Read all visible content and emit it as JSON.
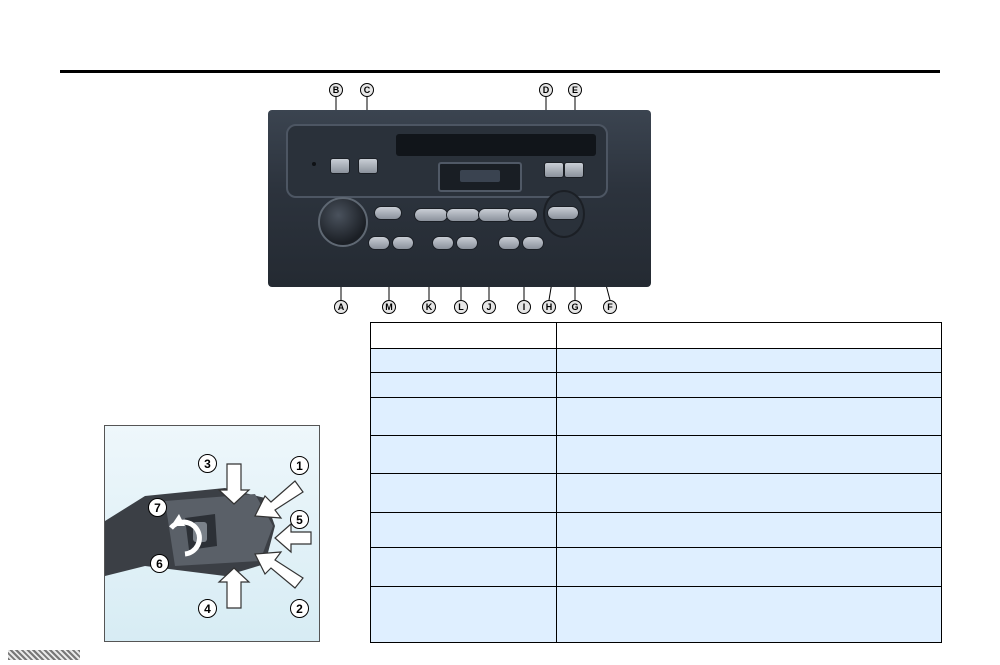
{
  "figure_radio": {
    "callouts_top": [
      "B",
      "C",
      "D",
      "E"
    ],
    "callouts_bottom": [
      "A",
      "M",
      "K",
      "L",
      "J",
      "I",
      "H",
      "G",
      "F"
    ]
  },
  "figure_stalk": {
    "callouts": [
      "1",
      "2",
      "3",
      "4",
      "5",
      "6",
      "7"
    ]
  },
  "table": {
    "rows": 9,
    "columns": 2
  }
}
